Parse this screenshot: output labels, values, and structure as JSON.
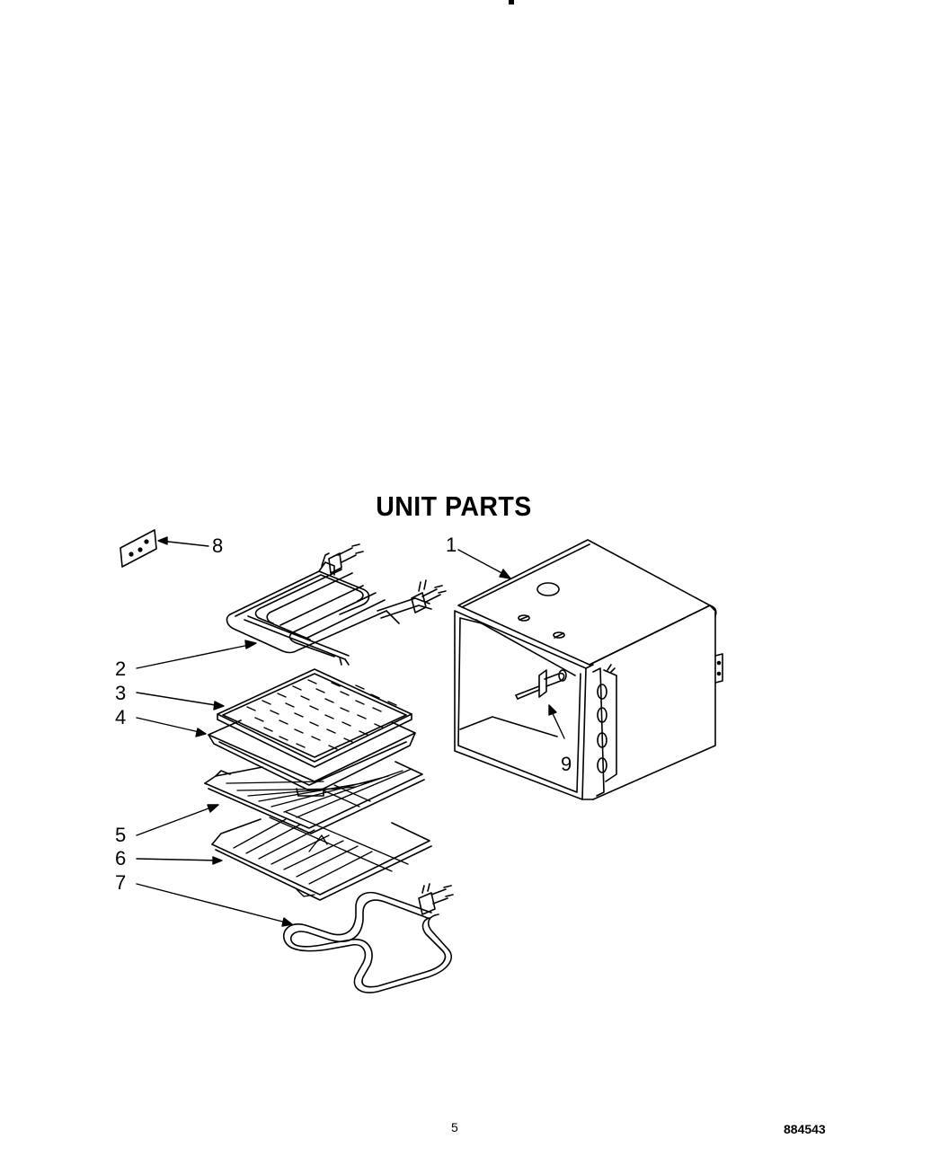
{
  "title": "UNIT PARTS",
  "callouts": [
    {
      "id": "1",
      "label": "1"
    },
    {
      "id": "2",
      "label": "2"
    },
    {
      "id": "3",
      "label": "3"
    },
    {
      "id": "4",
      "label": "4"
    },
    {
      "id": "5",
      "label": "5"
    },
    {
      "id": "6",
      "label": "6"
    },
    {
      "id": "7",
      "label": "7"
    },
    {
      "id": "8",
      "label": "8"
    },
    {
      "id": "9",
      "label": "9"
    }
  ],
  "footer": {
    "page_number": "5",
    "document_number": "884543"
  }
}
